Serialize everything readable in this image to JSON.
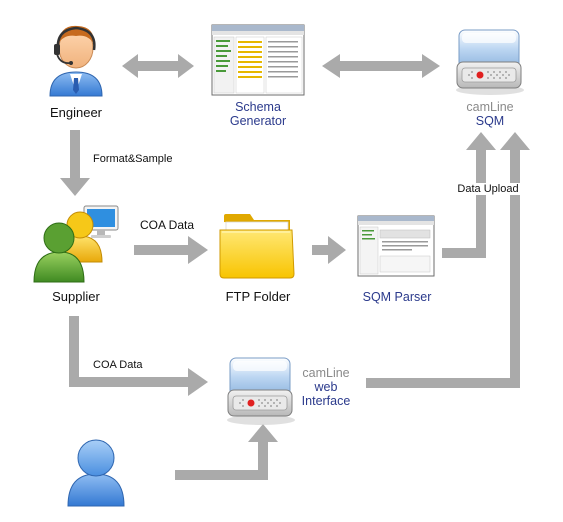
{
  "nodes": {
    "engineer": "Engineer",
    "schema_generator": [
      "Schema",
      "Generator"
    ],
    "camline_sqm": {
      "brand": "camLine",
      "product": "SQM"
    },
    "supplier": "Supplier",
    "ftp_folder": "FTP Folder",
    "sqm_parser": "SQM Parser",
    "camline_web": {
      "brand": "camLine",
      "line2": "web",
      "line3": "Interface"
    }
  },
  "flows": {
    "format_sample": "Format&Sample",
    "coa_data_top": "COA Data",
    "coa_data_bottom": "COA Data",
    "data_upload": "Data Upload"
  },
  "colors": {
    "arrow": "#aaaaaa",
    "label_blue": "#2b3a8c",
    "label_grey": "#8a8a8a",
    "person_blue": "#4a8fe0",
    "person_green": "#5aa032",
    "person_yellow": "#f3c21a",
    "folder_yellow": "#ffd21f",
    "server_blue": "#bcd6f2",
    "led_red": "#e02020"
  },
  "icons": [
    "engineer-headset-icon",
    "schema-generator-screenshot-icon",
    "server-icon",
    "supplier-group-icon",
    "folder-icon",
    "sqm-parser-screenshot-icon",
    "user-icon"
  ]
}
